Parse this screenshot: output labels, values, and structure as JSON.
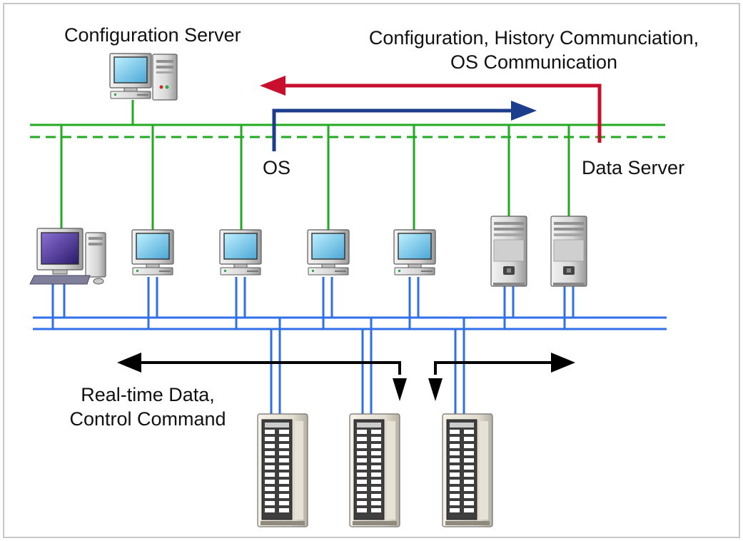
{
  "labels": {
    "config_server": "Configuration Server",
    "top_comm_line1": "Configuration, History Communciation,",
    "top_comm_line2": "OS Communication",
    "os": "OS",
    "data_server": "Data Server",
    "realtime_line1": "Real-time Data,",
    "realtime_line2": "Control Command"
  },
  "colors": {
    "background": "#ffffff",
    "outer_frame": "#c8c8c8",
    "ethernet_network": "#22aa22",
    "control_bus": "#2f6fe8",
    "history_flow_arrow": "#c8102e",
    "os_flow_arrow": "#1c3c8c",
    "control_flow_arrow": "#000000"
  },
  "icons": {
    "config_server": "desktop-pc-with-tower-icon",
    "operator_station": "crt-monitor-icon",
    "data_server": "server-tower-icon",
    "engineering_station": "desktop-pc-with-keyboard-icon",
    "controller_cabinet": "control-cabinet-icon"
  },
  "node_counts": {
    "engineering_stations": 1,
    "operator_stations": 4,
    "data_servers": 2,
    "controller_cabinets": 3
  }
}
